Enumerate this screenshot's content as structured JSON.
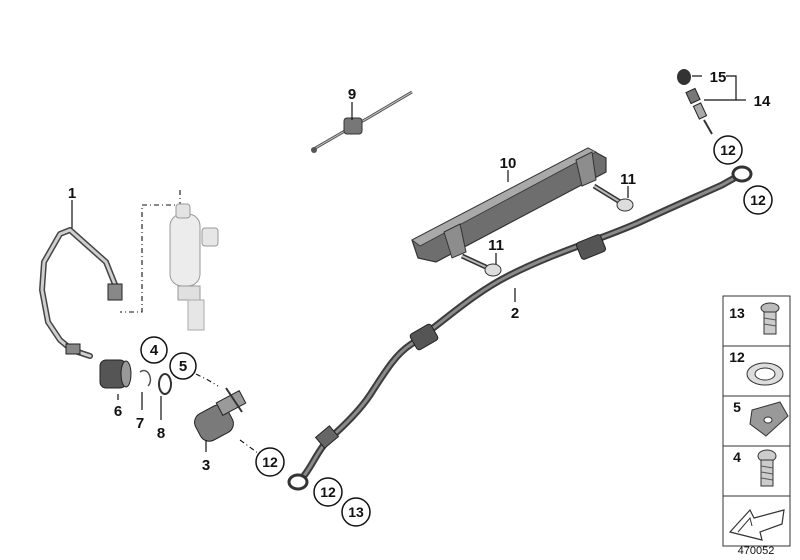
{
  "callouts": {
    "c1": "1",
    "c2": "2",
    "c3": "3",
    "c4": "4",
    "c5": "5",
    "c6": "6",
    "c7": "7",
    "c8": "8",
    "c9": "9",
    "c10": "10",
    "c11a": "11",
    "c11b": "11",
    "c12a": "12",
    "c12b": "12",
    "c12c": "12",
    "c12d": "12",
    "c13": "13",
    "c14": "14",
    "c15": "15"
  },
  "legend": [
    {
      "number": "13",
      "icon": "screw-with-washer-icon"
    },
    {
      "number": "12",
      "icon": "sealing-ring-icon"
    },
    {
      "number": "5",
      "icon": "clip-plate-icon"
    },
    {
      "number": "4",
      "icon": "screw-icon"
    }
  ],
  "diagram_number": "470052",
  "colors": {
    "ink": "#111111",
    "hose": "#3c3c3c",
    "part_light": "#e6e6e6"
  }
}
